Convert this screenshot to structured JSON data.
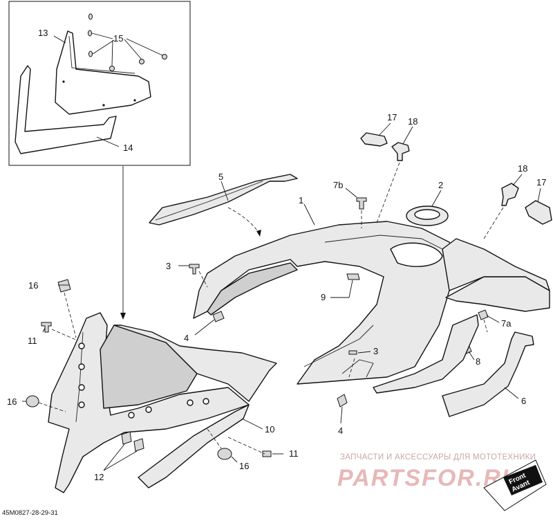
{
  "drawing_id": "45M0827-28-29-31",
  "callouts": {
    "c13": "13",
    "c15": "15",
    "c14": "14",
    "c5": "5",
    "c1": "1",
    "c7b": "7b",
    "c17a": "17",
    "c18a": "18",
    "c2": "2",
    "c18b": "18",
    "c17b": "17",
    "c3a": "3",
    "c16a": "16",
    "c9": "9",
    "c11a": "11",
    "c4a": "4",
    "c7a": "7a",
    "c8": "8",
    "c3b": "3",
    "c16b": "16",
    "c6": "6",
    "c10": "10",
    "c4b": "4",
    "c12": "12",
    "c11b": "11",
    "c16c": "16"
  },
  "front_badge": {
    "line1": "Front",
    "line2": "Avant"
  },
  "watermark": {
    "tagline": "ЗАПЧАСТИ И АКСЕССУАРЫ ДЛЯ МОТОТЕХНИКИ",
    "logo": "PARTSFOR.RU"
  },
  "colors": {
    "line": "#111111",
    "part_fill": "#e9e9e9",
    "watermark": "#e7b8b8"
  }
}
